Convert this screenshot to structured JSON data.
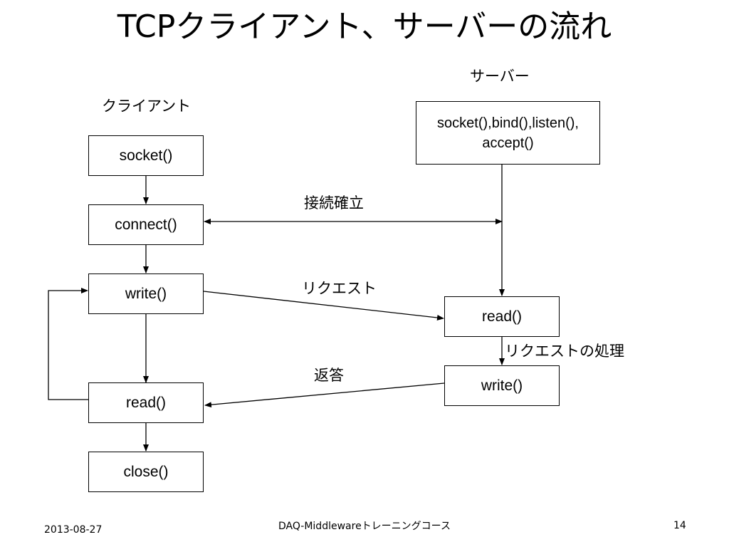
{
  "slide": {
    "title": "TCPクライアント、サーバーの流れ"
  },
  "diagram": {
    "client_header": "クライアント",
    "server_header": "サーバー",
    "client_boxes": {
      "socket": "socket()",
      "connect": "connect()",
      "write": "write()",
      "read": "read()",
      "close": "close()"
    },
    "server_boxes": {
      "setup_line1": "socket(),bind(),listen(),",
      "setup_line2": "accept()",
      "read": "read()",
      "write": "write()"
    },
    "edge_labels": {
      "connection": "接続確立",
      "request": "リクエスト",
      "request_processing": "リクエストの処理",
      "response": "返答"
    }
  },
  "footer": {
    "date": "2013-08-27",
    "course": "DAQ-Middlewareトレーニングコース",
    "page_number": "14"
  }
}
